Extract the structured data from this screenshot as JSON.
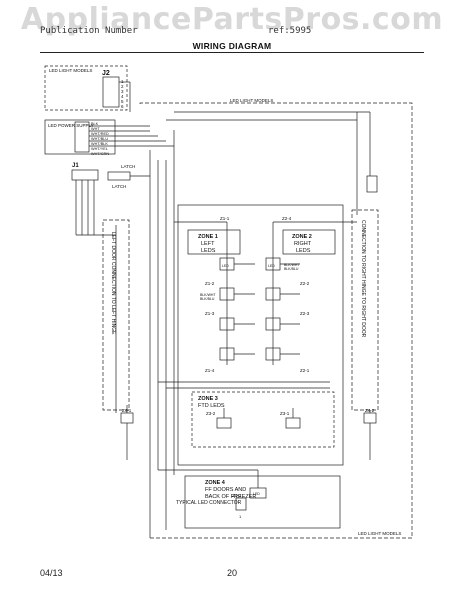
{
  "watermark": "AppliancePartsPros.com",
  "header": {
    "left": "Publication Number",
    "right": "ref:5995"
  },
  "title": "WIRING DIAGRAM",
  "footer": {
    "date": "04/13",
    "page": "20"
  },
  "diagram": {
    "j2_section_label": "LED LIGHT MODELS",
    "j2_label": "J2",
    "j2_pins": [
      "1",
      "2",
      "3",
      "4",
      "5",
      "6"
    ],
    "power_supply_label": "LED POWER SUPPLY",
    "wire_labels": [
      "BLK",
      "WHT",
      "WHT/RED",
      "WHT/BLU",
      "WHT/BLK",
      "WHT/YEL",
      "WHT/GRN"
    ],
    "j1_label": "J1",
    "latch_label": "LATCH",
    "latch_sw_label": "LATCH",
    "led_light_models_top": "LED LIGHT MODELS",
    "led_light_models_bottom": "LED LIGHT MODELS",
    "left_door_text": "LEFT DOOR CONNECTION TO LEFT HINGE",
    "right_door_text": "CONNECTION TO RIGHT HINGE TO RIGHT DOOR",
    "zone1": {
      "title": "ZONE 1",
      "sub1": "LEFT",
      "sub2": "LEDS"
    },
    "zone2": {
      "title": "ZONE 2",
      "sub1": "RIGHT",
      "sub2": "LEDS"
    },
    "zone3": {
      "title": "ZONE 3",
      "sub1": "FTD LEDS"
    },
    "zone4": {
      "title": "ZONE 4",
      "sub1": "FF DOORS AND",
      "sub2": "BACK OF FREEZER"
    },
    "connectors": [
      "Z1-1",
      "Z2-4",
      "Z1-2",
      "Z2-2",
      "Z1-3",
      "Z2-3",
      "Z1-4",
      "Z2-1",
      "Z3-2",
      "Z3-1",
      "Z4-1",
      "Z4-2",
      "Z4-3"
    ],
    "led_label": "LED",
    "pair_label_a": "BLK/WHT",
    "pair_label_b": "BLK/BLU",
    "typical_label": "TYPICAL LED CONNECTOR",
    "typical_pin": "1"
  }
}
